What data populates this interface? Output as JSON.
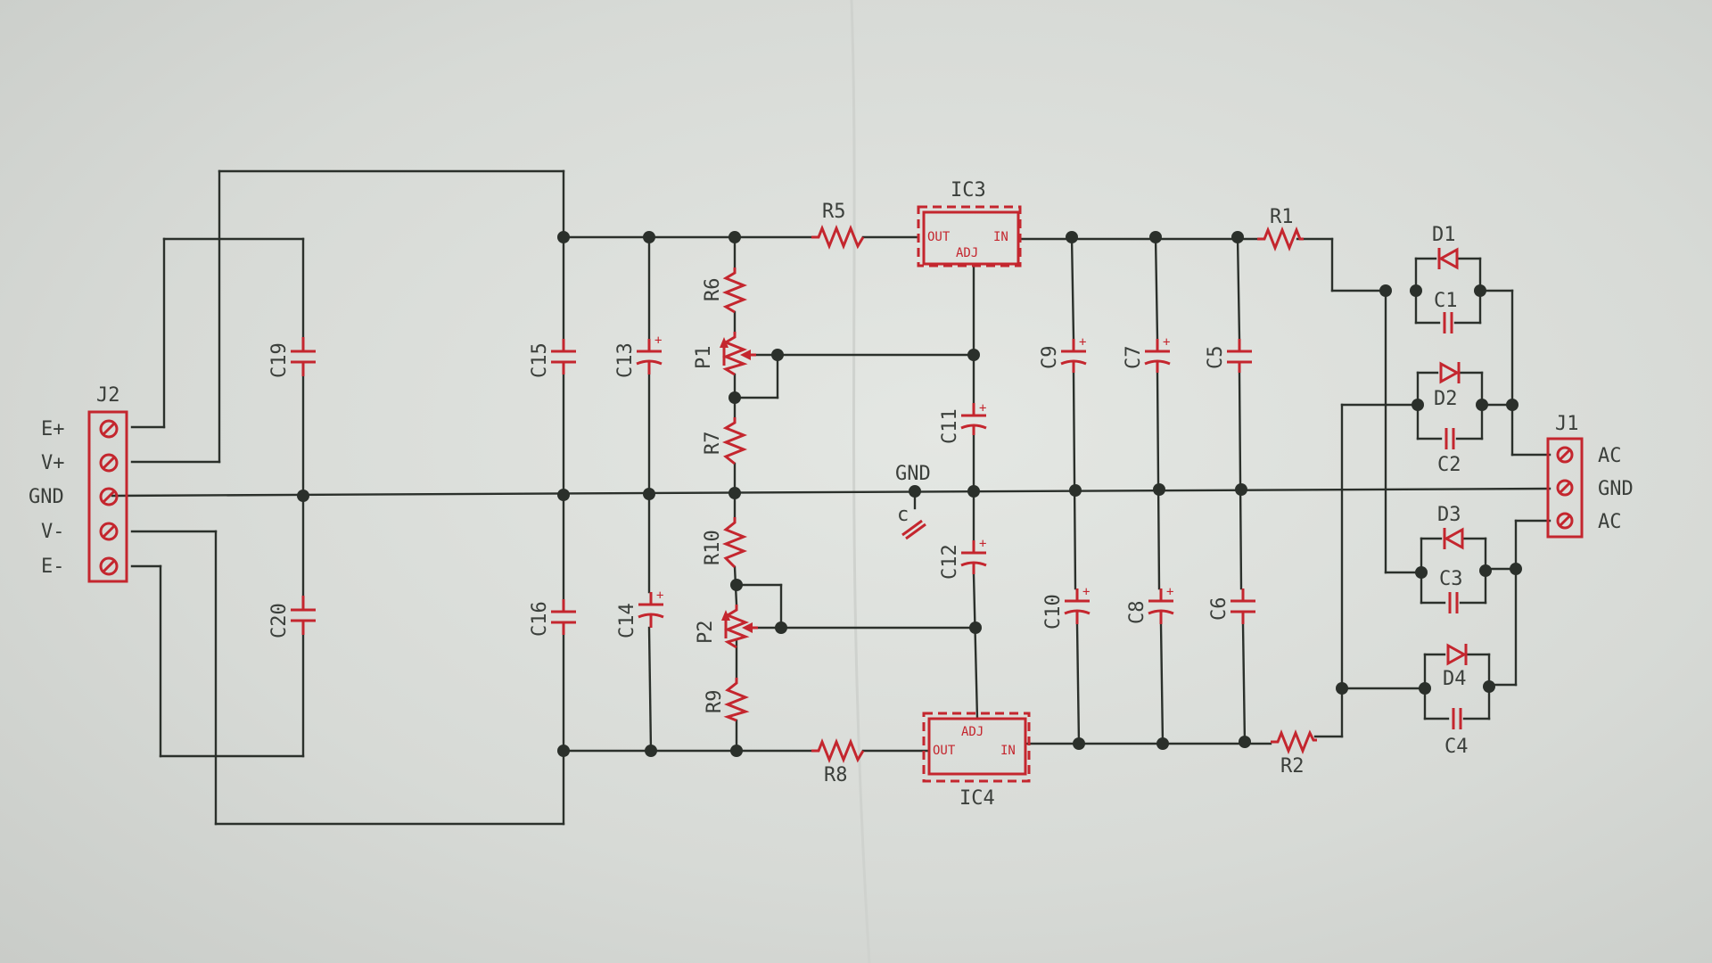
{
  "connectors": {
    "j2": {
      "name": "J2",
      "pins": [
        "E+",
        "V+",
        "GND",
        "V-",
        "E-"
      ]
    },
    "j1": {
      "name": "J1",
      "pins": [
        "AC",
        "GND",
        "AC"
      ]
    }
  },
  "ics": {
    "ic3": {
      "name": "IC3",
      "out": "OUT",
      "in": "IN",
      "adj": "ADJ"
    },
    "ic4": {
      "name": "IC4",
      "out": "OUT",
      "in": "IN",
      "adj": "ADJ"
    }
  },
  "gnd_label": "GND",
  "small_c": "c",
  "labels": {
    "C19": "C19",
    "C20": "C20",
    "C15": "C15",
    "C16": "C16",
    "C13": "C13",
    "C14": "C14",
    "C11": "C11",
    "C12": "C12",
    "C9": "C9",
    "C10": "C10",
    "C7": "C7",
    "C8": "C8",
    "C5": "C5",
    "C6": "C6",
    "C1": "C1",
    "C2": "C2",
    "C3": "C3",
    "C4": "C4",
    "D1": "D1",
    "D2": "D2",
    "D3": "D3",
    "D4": "D4",
    "R1": "R1",
    "R2": "R2",
    "R5": "R5",
    "R6": "R6",
    "R7": "R7",
    "R8": "R8",
    "R9": "R9",
    "R10": "R10",
    "P1": "P1",
    "P2": "P2"
  },
  "plus_sign": "+"
}
